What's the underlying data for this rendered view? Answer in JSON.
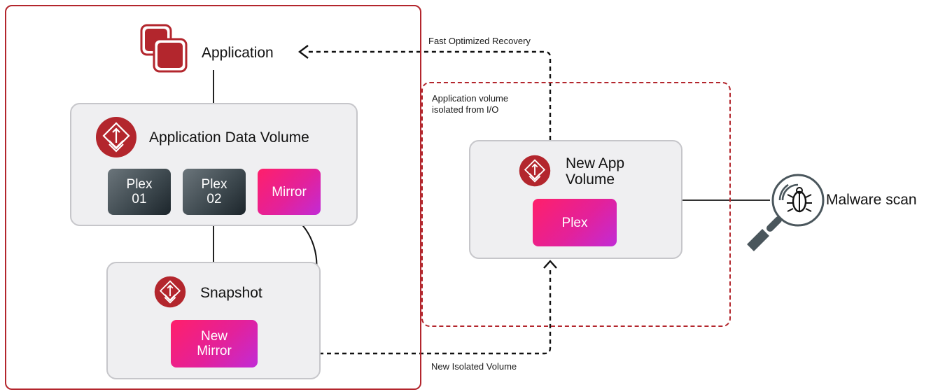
{
  "application": {
    "label": "Application"
  },
  "data_volume": {
    "title": "Application Data Volume",
    "plexes": [
      {
        "label": "Plex\n01",
        "style": "gray"
      },
      {
        "label": "Plex\n02",
        "style": "gray"
      },
      {
        "label": "Mirror",
        "style": "pink"
      }
    ]
  },
  "snapshot": {
    "title": "Snapshot",
    "mirror_label": "New\nMirror"
  },
  "isolation": {
    "note": "Application volume\nisolated from I/O",
    "new_volume": {
      "title": "New App\nVolume",
      "plex_label": "Plex"
    }
  },
  "malware": {
    "label": "Malware scan"
  },
  "links": {
    "recovery": "Fast Optimized Recovery",
    "isolated": "New Isolated Volume"
  },
  "colors": {
    "brand_red": "#b3262d",
    "box_fill": "#efeff1",
    "box_border": "#c6c6ca",
    "pink_start": "#ff1f6a",
    "pink_end": "#c12bd6",
    "gray_dark": "#1c252b",
    "icon_slate": "#4a565c"
  },
  "icons": [
    "app-stack-icon",
    "volume-icon",
    "malware-scan-icon"
  ]
}
